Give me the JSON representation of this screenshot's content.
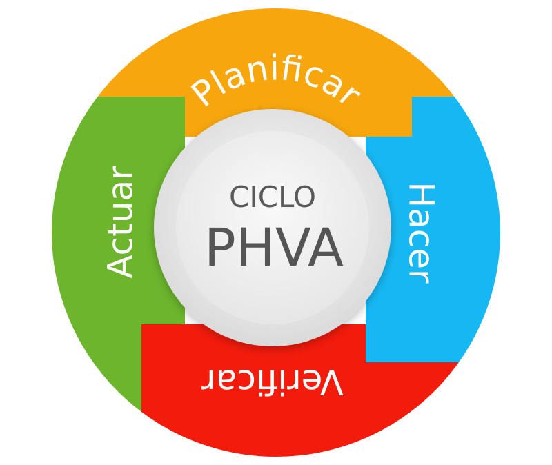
{
  "diagram": {
    "center": {
      "line1": "CICLO",
      "line2": "PHVA"
    },
    "segments": [
      {
        "id": "planificar",
        "label": "Planificar",
        "color": "#F7A70D"
      },
      {
        "id": "hacer",
        "label": "Hacer",
        "color": "#16B8F3"
      },
      {
        "id": "verificar",
        "label": "Verificar",
        "color": "#F21B0C"
      },
      {
        "id": "actuar",
        "label": "Actuar",
        "color": "#6CB52C"
      }
    ],
    "hub_colors": {
      "outer": "#E4E4E4",
      "inner": "#F2F2F2"
    }
  }
}
